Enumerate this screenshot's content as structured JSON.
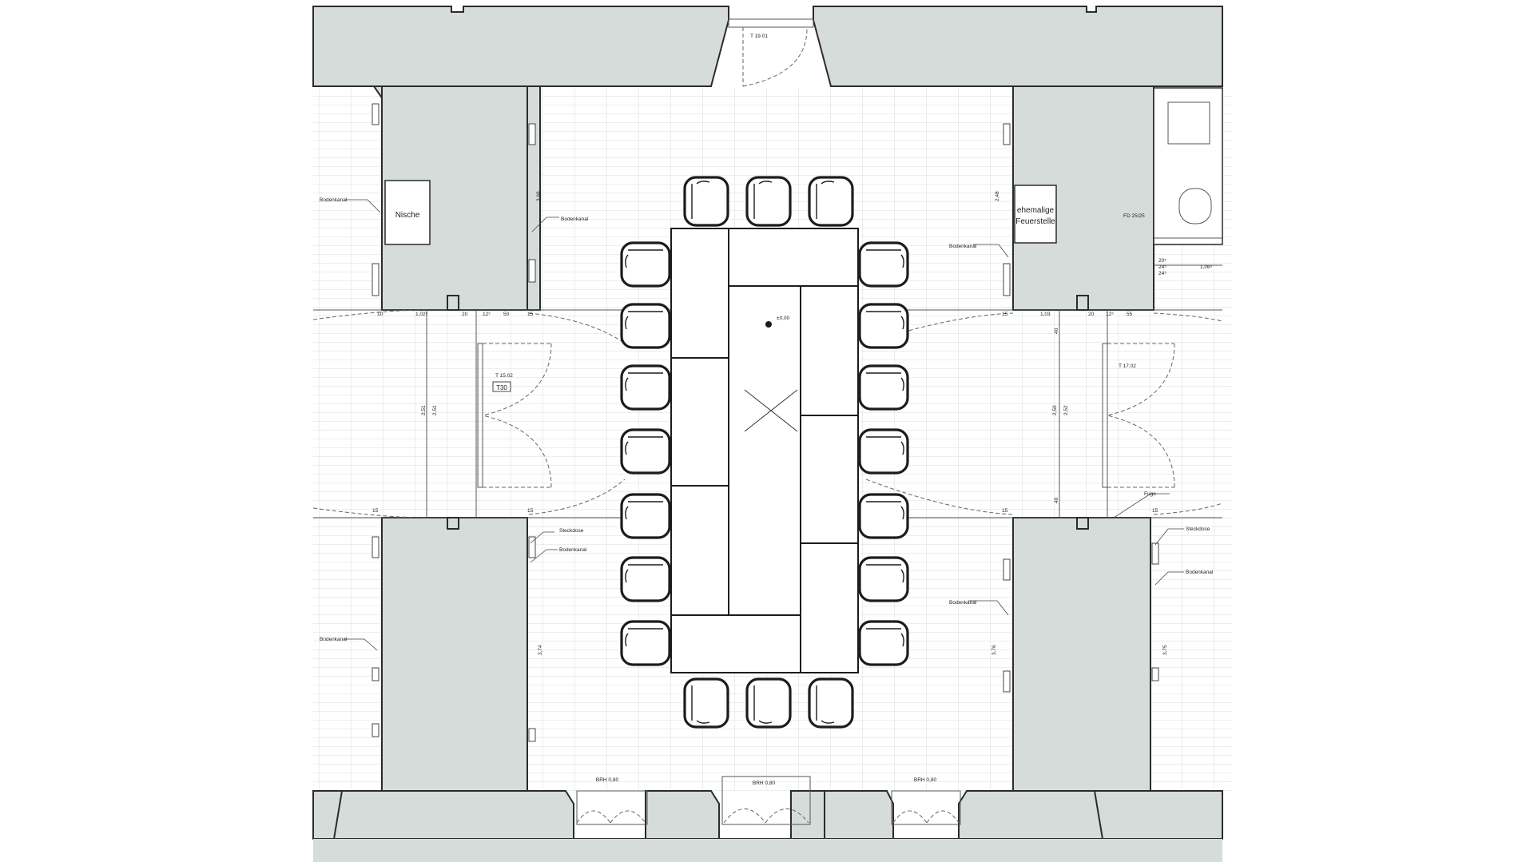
{
  "colors": {
    "wall_fill": "#d5dcd9",
    "lines": "#1c1c1c",
    "background": "#ffffff"
  },
  "rooms": {
    "niche": "Nische",
    "former_fireplace_line1": "ehemalige",
    "former_fireplace_line2": "Feuerstelle"
  },
  "doors": {
    "top": "T 19.01",
    "left": "T 15.02",
    "left_rating": "T30",
    "right": "T 17.02"
  },
  "level_mark": "±0,00",
  "floor_duct": "Bodenkanal",
  "socket": "Steckdose",
  "joint": "Fuge",
  "fd": "FD 25/25",
  "sill_heights": [
    "BRH 0,80",
    "BRH 0,80",
    "BRH 0,80"
  ],
  "dimensions": {
    "left_top": [
      "10",
      "1,02⁵",
      "20",
      "12⁵",
      "50",
      "15"
    ],
    "right_top": [
      "15",
      "1,03",
      "20",
      "12⁵",
      "55"
    ],
    "left_bottom": [
      "15",
      "15"
    ],
    "right_bottom": [
      "15",
      "15"
    ],
    "left_vertical": [
      "2,51",
      "2,51"
    ],
    "right_vertical": [
      "2,50",
      "2,52",
      "40",
      "40"
    ],
    "upper_vertical_left": "3,69",
    "upper_vertical_right": "2,48",
    "lower_vertical_left": "3,74",
    "lower_vertical_right": "3,76",
    "right_far_vertical": "3,75",
    "stair": [
      "20⁵",
      "24⁵",
      "24⁵",
      "1,06⁵"
    ]
  }
}
